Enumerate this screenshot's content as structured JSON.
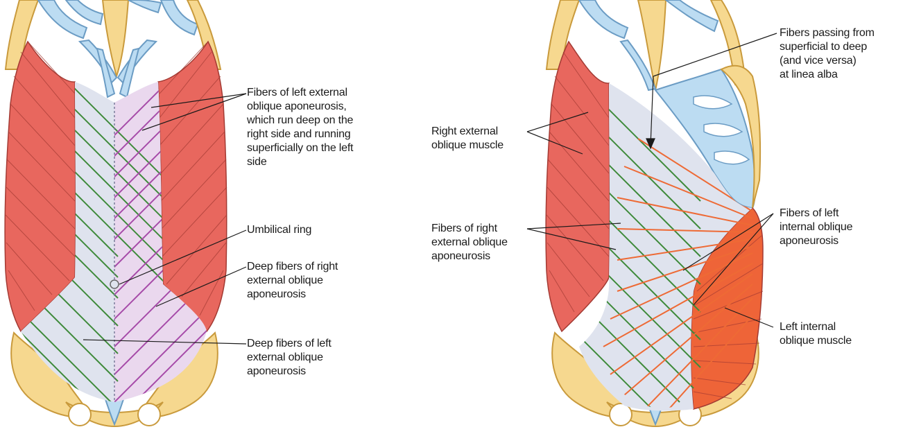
{
  "colors": {
    "bone": "#f6d88f",
    "bone_edge": "#c99a3c",
    "cartilage": "#bcdcf2",
    "cartilage_edge": "#6b9cc4",
    "muscle": "#e8675e",
    "muscle_fiber": "#a33a33",
    "muscle_orange": "#ee6438",
    "aponeurosis": "#dfe3ee",
    "green_fiber": "#3e8a3a",
    "pink_region": "#ead8ee",
    "purple_fiber": "#a64aa8",
    "orange_fiber": "#ee6a35",
    "leader": "#1a1a1a"
  },
  "left_panel": {
    "labels": [
      {
        "lines": [
          "Fibers of left external",
          "oblique aponeurosis,",
          "which run deep on the",
          "right side and running",
          "superficially on the left",
          "side"
        ]
      },
      {
        "lines": [
          "Umbilical ring"
        ]
      },
      {
        "lines": [
          "Deep fibers of right",
          "external oblique",
          "aponeurosis"
        ]
      },
      {
        "lines": [
          "Deep fibers of left",
          "external oblique",
          "aponeurosis"
        ]
      }
    ]
  },
  "right_panel": {
    "labels": [
      {
        "lines": [
          "Fibers passing from",
          "superficial to deep",
          "(and vice versa)",
          "at linea alba"
        ]
      },
      {
        "lines": [
          "Right external",
          "oblique muscle"
        ]
      },
      {
        "lines": [
          "Fibers of right",
          "external oblique",
          "aponeurosis"
        ]
      },
      {
        "lines": [
          "Fibers of left",
          "internal oblique",
          "aponeurosis"
        ]
      },
      {
        "lines": [
          "Left internal",
          "oblique muscle"
        ]
      }
    ]
  }
}
